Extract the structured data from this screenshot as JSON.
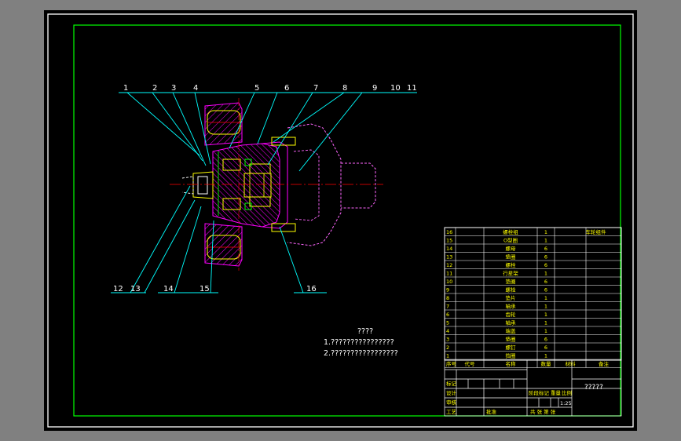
{
  "colors": {
    "frame": "#ffffff",
    "border": "#00ff00",
    "leader": "#00ffff",
    "hatch": "#ff00ff",
    "parts": "#ffff00",
    "centerline": "#ff0000",
    "dashed": "#ff66ff",
    "hub": "#00ff00",
    "text": "#ffffff",
    "cad_text": "#ffff00"
  },
  "callouts": {
    "top": [
      "1",
      "2",
      "3",
      "4",
      "5",
      "6",
      "7",
      "8",
      "9",
      "10",
      "11"
    ],
    "bottom": [
      "12",
      "13",
      "14",
      "15",
      "16"
    ]
  },
  "notes": {
    "title": "????",
    "items": [
      "1.????????????????",
      "2.?????????????????"
    ]
  },
  "bom": {
    "rows": [
      {
        "no": "16",
        "name": "螺栓组",
        "qty": "1",
        "remark": "车轮组件"
      },
      {
        "no": "15",
        "name": "O型圈",
        "qty": "1",
        "remark": ""
      },
      {
        "no": "14",
        "name": "螺母",
        "qty": "6",
        "remark": ""
      },
      {
        "no": "13",
        "name": "垫圈",
        "qty": "6",
        "remark": ""
      },
      {
        "no": "12",
        "name": "螺栓",
        "qty": "6",
        "remark": ""
      },
      {
        "no": "11",
        "name": "行星架",
        "qty": "1",
        "remark": ""
      },
      {
        "no": "10",
        "name": "垫圈",
        "qty": "6",
        "remark": ""
      },
      {
        "no": "9",
        "name": "螺栓",
        "qty": "6",
        "remark": ""
      },
      {
        "no": "8",
        "name": "垫片",
        "qty": "1",
        "remark": ""
      },
      {
        "no": "7",
        "name": "轴承",
        "qty": "1",
        "remark": ""
      },
      {
        "no": "6",
        "name": "齿轮",
        "qty": "1",
        "remark": ""
      },
      {
        "no": "5",
        "name": "轴承",
        "qty": "1",
        "remark": ""
      },
      {
        "no": "4",
        "name": "端盖",
        "qty": "1",
        "remark": ""
      },
      {
        "no": "3",
        "name": "垫圈",
        "qty": "6",
        "remark": ""
      },
      {
        "no": "2",
        "name": "螺钉",
        "qty": "6",
        "remark": ""
      },
      {
        "no": "1",
        "name": "挡圈",
        "qty": "1",
        "remark": ""
      }
    ],
    "header": {
      "no": "序号",
      "code": "代号",
      "name": "名称",
      "qty": "数量",
      "material": "材料",
      "remark": "备注"
    }
  },
  "title_block": {
    "drawing_title": "?????",
    "scale": "1:25",
    "labels": {
      "mark": "标记",
      "design": "设计",
      "check": "审核",
      "process": "工艺",
      "approve": "批准",
      "stage": "阶段标记",
      "weight": "重量",
      "scale_label": "比例",
      "sheet": "共 张 第 张"
    }
  }
}
